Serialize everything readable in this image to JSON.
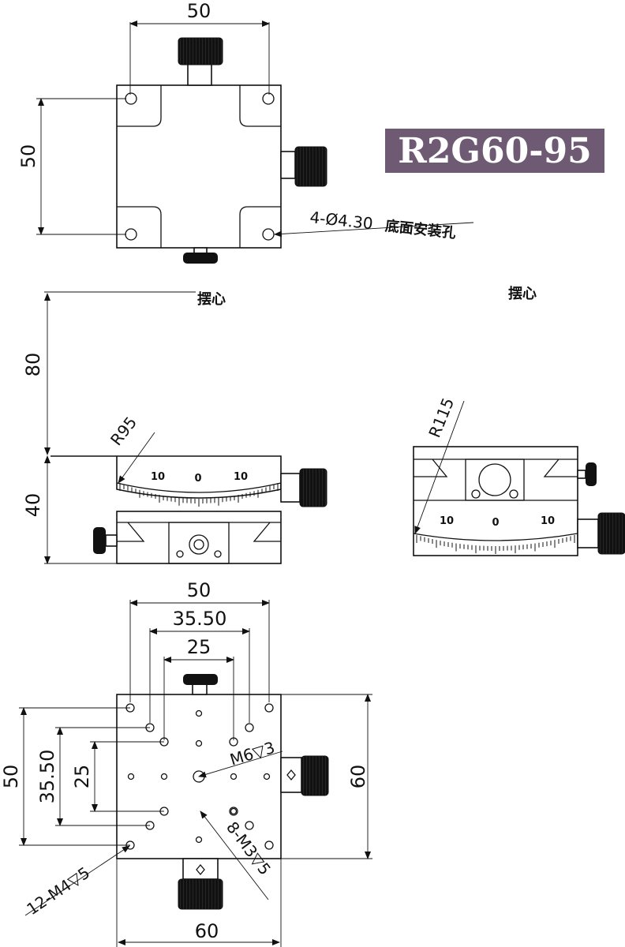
{
  "model": {
    "label": "R2G60-95",
    "bg_color": "#6f5a73"
  },
  "top_view": {
    "width_dim": "50",
    "height_dim": "50",
    "hole_note_a": "4-Ø4.30",
    "hole_note_b": "底面安装孔"
  },
  "side_view_left": {
    "center_label": "摆心",
    "height_to_center": "80",
    "body_height": "40",
    "radius": "R95",
    "scale_left": "10",
    "scale_zero": "0",
    "scale_right": "10"
  },
  "side_view_right": {
    "center_label": "摆心",
    "radius": "R115",
    "scale_left": "10",
    "scale_zero": "0",
    "scale_right": "10"
  },
  "bottom_view": {
    "dim_50": "50",
    "dim_35_5": "35.50",
    "dim_25": "25",
    "dim_60_right": "60",
    "dim_60_bottom": "60",
    "left_50": "50",
    "left_35_5": "35.50",
    "left_25": "25",
    "note_m6": "M6▽3",
    "note_m3": "8-M3▽5",
    "note_m4": "12-M4▽5"
  }
}
